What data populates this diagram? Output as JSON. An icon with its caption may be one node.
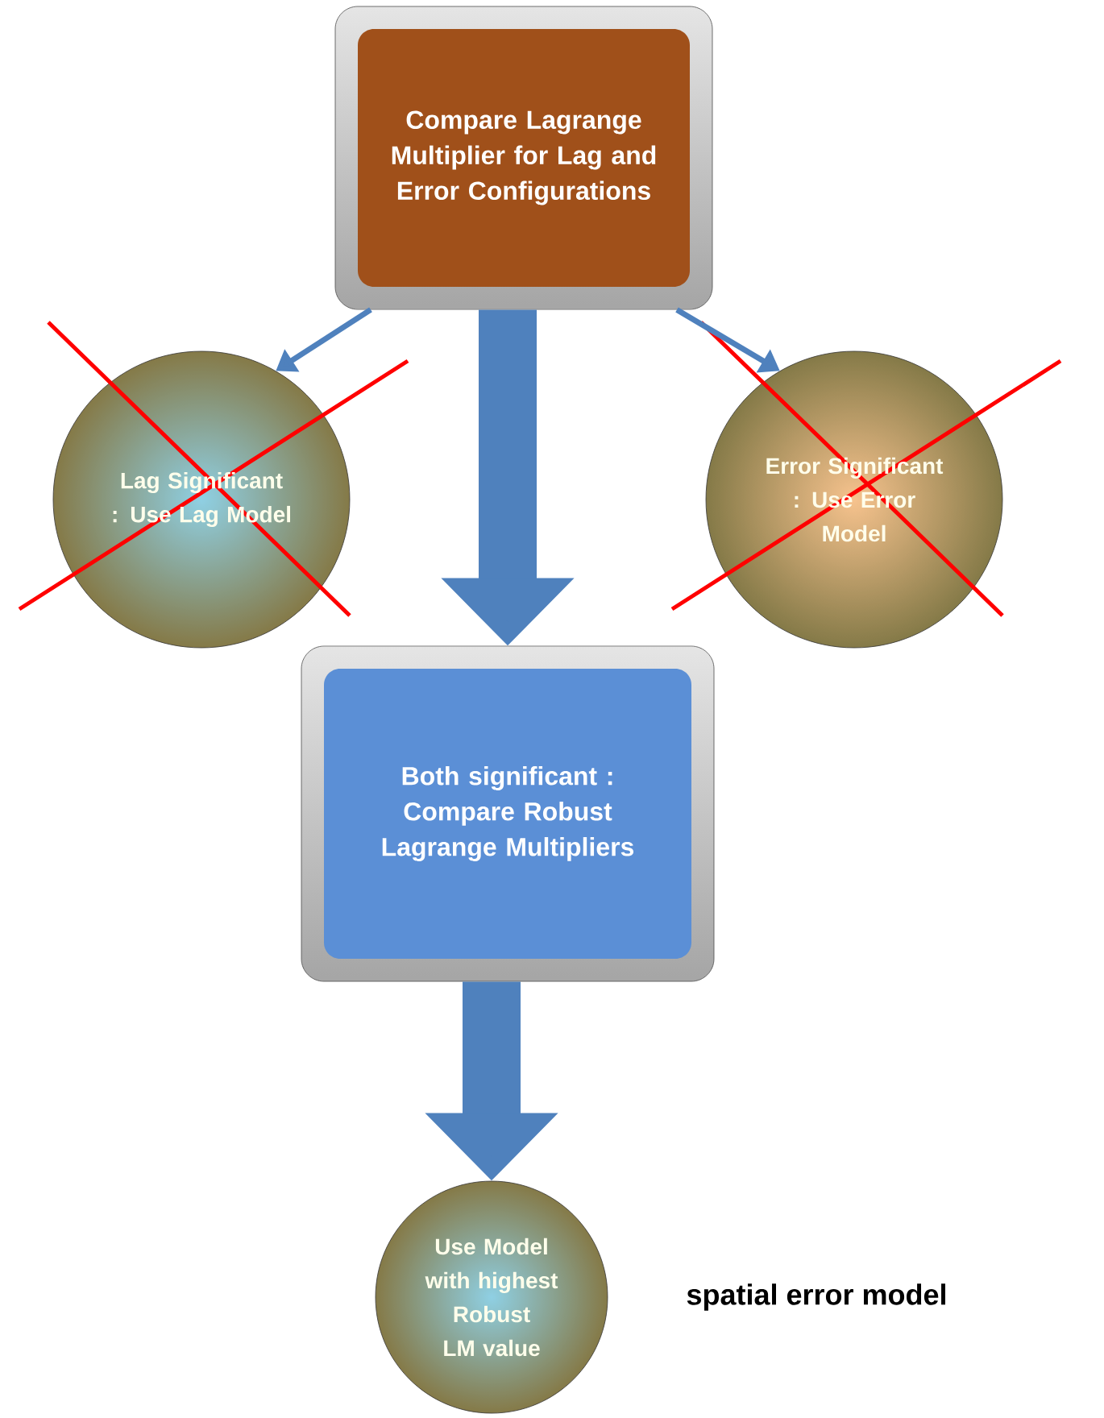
{
  "diagram": {
    "nodes": [
      {
        "text": [
          "Compare Lagrange Multiplier for Lag and Error Configurations"
        ]
      },
      {
        "text": [
          "Lag Significant : Use Lag Model"
        ]
      },
      {
        "text": [
          "Error Significant : Use Error Model"
        ]
      },
      {
        "text": [
          "Both significant : Compare Robust Lagrange Multipliers"
        ]
      },
      {
        "text": [
          "Use Model with highest Robust LM value"
        ],
        "beside": [
          "spatial error model"
        ]
      }
    ],
    "edges": [
      {
        "from": 0,
        "to": 1,
        "arrow": "to"
      },
      {
        "from": 0,
        "to": 2,
        "arrow": "to"
      },
      {
        "from": 0,
        "to": 3,
        "arrow": "to",
        "style": "thick"
      },
      {
        "from": 3,
        "to": 4,
        "arrow": "to",
        "style": "thick"
      }
    ]
  }
}
